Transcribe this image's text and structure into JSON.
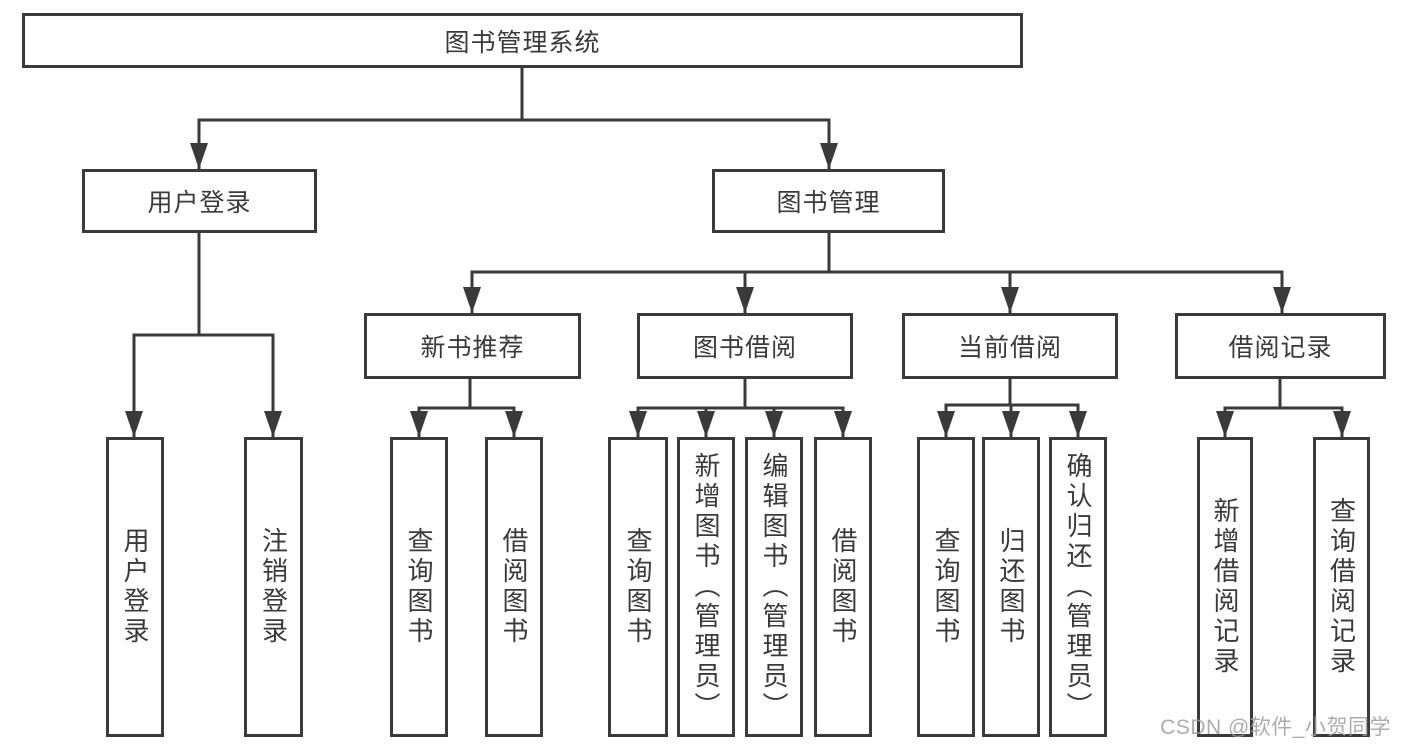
{
  "diagram_title": "图书管理系统",
  "nodes": {
    "root": {
      "label": "图书管理系统"
    },
    "user_login": {
      "label": "用户登录"
    },
    "book_mgmt": {
      "label": "图书管理"
    },
    "new_book_rec": {
      "label": "新书推荐"
    },
    "book_borrow": {
      "label": "图书借阅"
    },
    "current_borrow": {
      "label": "当前借阅"
    },
    "borrow_records": {
      "label": "借阅记录"
    },
    "leaf_user_login": {
      "label": "用户登录"
    },
    "leaf_logout": {
      "label": "注销登录"
    },
    "leaf_nbr_query_books": {
      "label": "查询图书"
    },
    "leaf_nbr_borrow_books": {
      "label": "借阅图书"
    },
    "leaf_bb_query_books": {
      "label": "查询图书"
    },
    "leaf_bb_add_books": {
      "label": "新增图书（管理员）"
    },
    "leaf_bb_edit_books": {
      "label": "编辑图书（管理员）"
    },
    "leaf_bb_borrow_books": {
      "label": "借阅图书"
    },
    "leaf_cb_query_books": {
      "label": "查询图书"
    },
    "leaf_cb_return_books": {
      "label": "归还图书"
    },
    "leaf_cb_confirm_return": {
      "label": "确认归还（管理员）"
    },
    "leaf_br_add_record": {
      "label": "新增借阅记录"
    },
    "leaf_br_query_record": {
      "label": "查询借阅记录"
    }
  },
  "watermark": {
    "text": "CSDN @软件_小贺同学"
  },
  "colors": {
    "line": "#3a3a3a",
    "box_border": "#3a3a3a",
    "text": "#3a3a3a",
    "background": "#ffffff",
    "watermark": "#9e9e9e"
  }
}
